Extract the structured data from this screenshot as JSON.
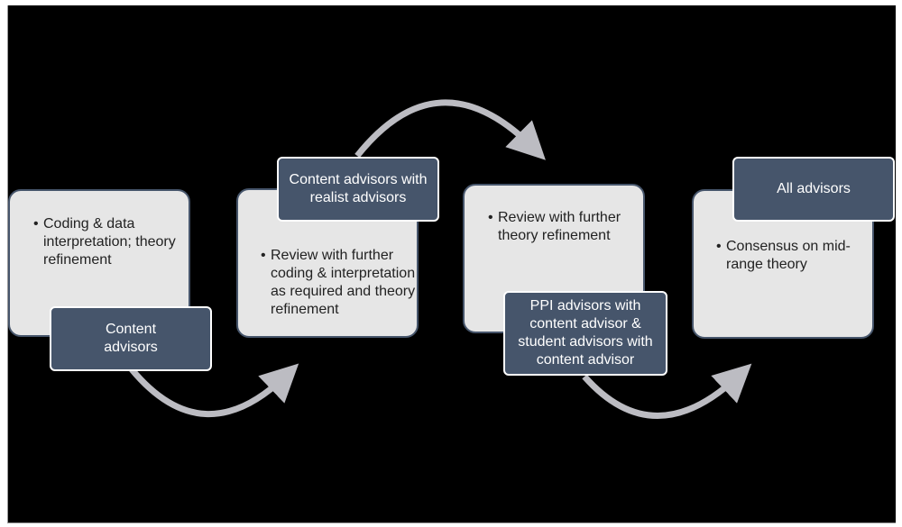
{
  "diagram": {
    "colors": {
      "background": "#000000",
      "step_fill": "#e6e6e6",
      "step_border": "#46556b",
      "tag_fill": "#46556b",
      "tag_text": "#ffffff",
      "arrow": "#bcbcc2"
    },
    "steps": [
      {
        "bullet": "•",
        "text": "Coding & data interpretation; theory refinement",
        "tag": "Content\nadvisors"
      },
      {
        "bullet": "•",
        "text": "Review with further coding & interpretation as required and theory refinement",
        "tag": "Content advisors with realist advisors"
      },
      {
        "bullet": "•",
        "text": "Review with further theory refinement",
        "tag": "PPI advisors  with content advisor  & student  advisors with content advisor"
      },
      {
        "bullet": "•",
        "text": "Consensus on mid-range theory",
        "tag": "All advisors"
      }
    ],
    "connectors": [
      {
        "from": 1,
        "to": 2,
        "direction": "below"
      },
      {
        "from": 2,
        "to": 3,
        "direction": "above"
      },
      {
        "from": 3,
        "to": 4,
        "direction": "below"
      }
    ]
  }
}
